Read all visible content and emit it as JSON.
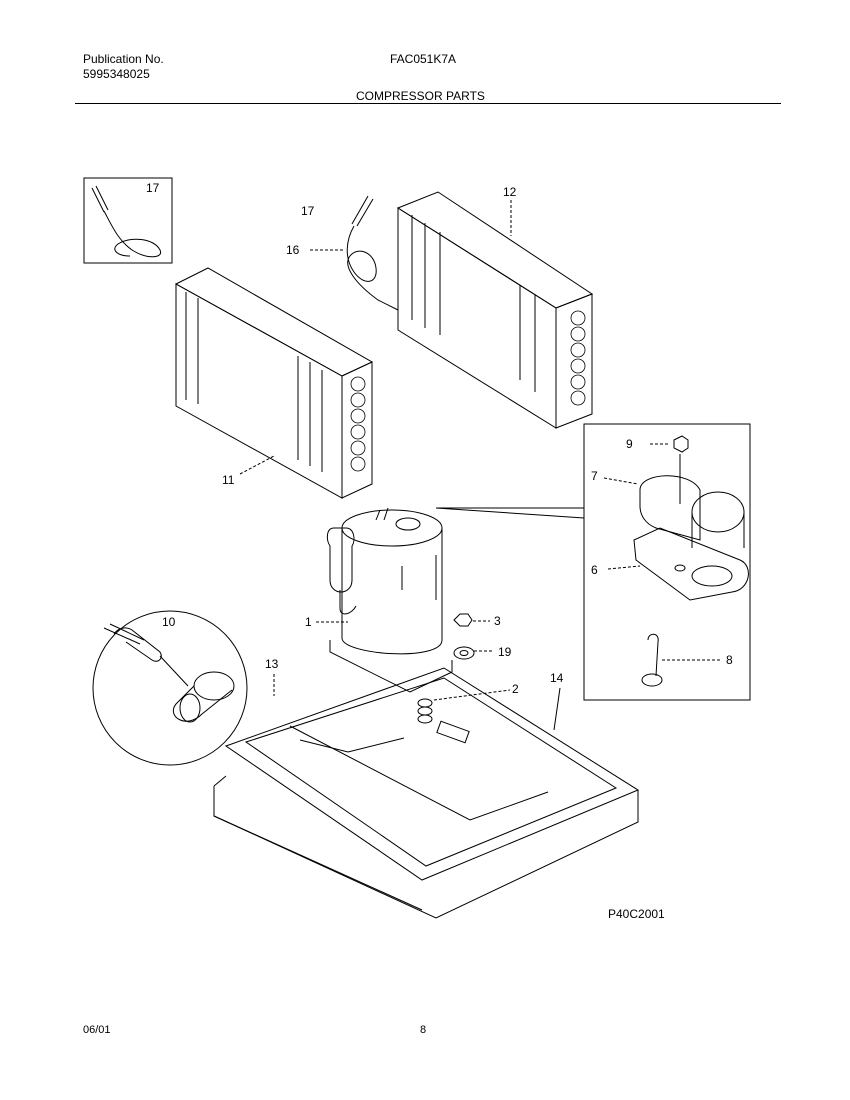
{
  "header": {
    "pub_label": "Publication No.",
    "pub_number": "5995348025",
    "model": "FAC051K7A",
    "section_title": "COMPRESSOR PARTS"
  },
  "diagram": {
    "callouts": {
      "c1": "1",
      "c2": "2",
      "c3": "3",
      "c6": "6",
      "c7": "7",
      "c8": "8",
      "c9": "9",
      "c10": "10",
      "c11": "11",
      "c12": "12",
      "c13": "13",
      "c14": "14",
      "c16": "16",
      "c17a": "17",
      "c17b": "17",
      "c19": "19"
    },
    "figure_code": "P40C2001"
  },
  "footer": {
    "date": "06/01",
    "page": "8"
  }
}
